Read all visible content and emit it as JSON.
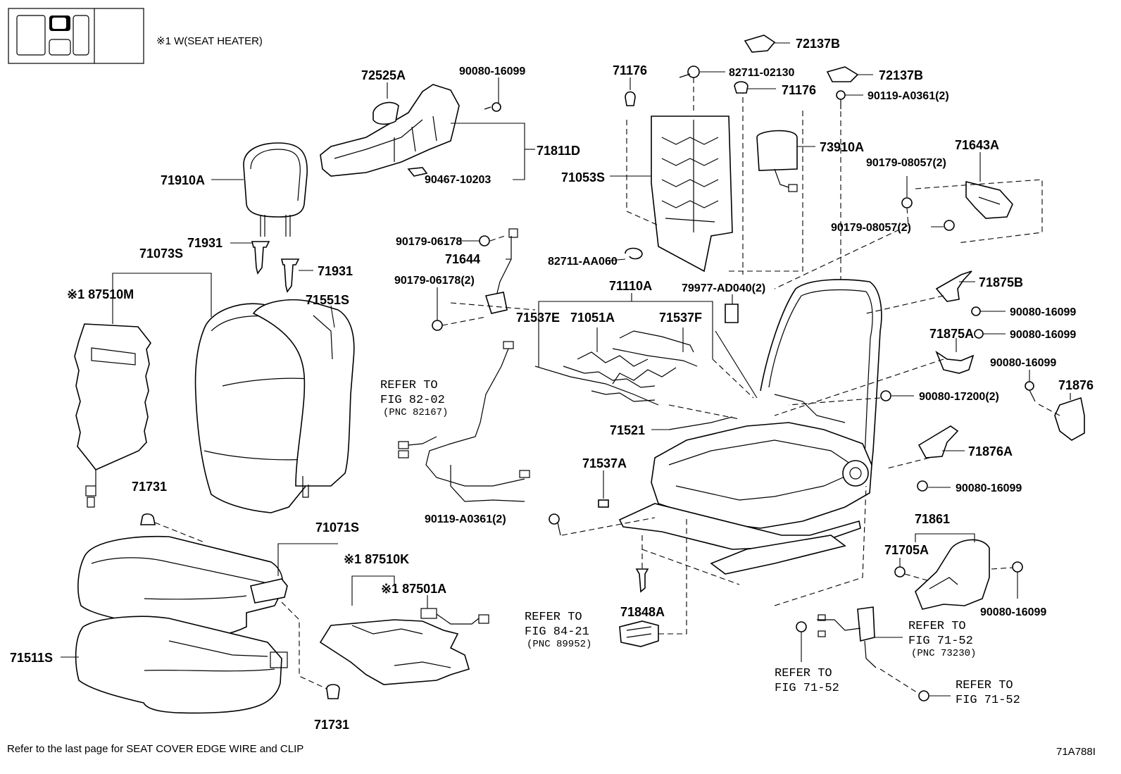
{
  "legend": {
    "note": "※1 W(SEAT HEATER)"
  },
  "labels": {
    "l72525A": "72525A",
    "l90080_16099_top": "90080-16099",
    "l71811D": "71811D",
    "l90467_10203": "90467-10203",
    "l71910A": "71910A",
    "l71931a": "71931",
    "l71931b": "71931",
    "l71073S": "71073S",
    "l87510M": "※1 87510M",
    "l71551S": "71551S",
    "l71176a": "71176",
    "l82711_02130": "82711-02130",
    "l71176b": "71176",
    "l72137Ba": "72137B",
    "l72137Bb": "72137B",
    "l90119_A0361_top": "90119-A0361(2)",
    "l71053S": "71053S",
    "l73910A": "73910A",
    "l71643A": "71643A",
    "l90179_08057a": "90179-08057(2)",
    "l90179_08057b": "90179-08057(2)",
    "l90179_06178a": "90179-06178",
    "l71644": "71644",
    "l90179_06178b": "90179-06178(2)",
    "l82711_AA060": "82711-AA060",
    "l71110A": "71110A",
    "l79977": "79977-AD040(2)",
    "l71537E": "71537E",
    "l71051A": "71051A",
    "l71537F": "71537F",
    "l71875B": "71875B",
    "l90080_r1": "90080-16099",
    "l71875A": "71875A",
    "l90080_r2": "90080-16099",
    "l90080_r3": "90080-16099",
    "l71876": "71876",
    "l90080_17200": "90080-17200(2)",
    "l71521": "71521",
    "l71537A": "71537A",
    "l71876A": "71876A",
    "l90080_r4": "90080-16099",
    "l71731a": "71731",
    "l71071S": "71071S",
    "l87510K": "※1 87510K",
    "l87501A": "※1 87501A",
    "l90119_A0361_mid": "90119-A0361(2)",
    "l71861": "71861",
    "l71705A": "71705A",
    "l90080_r5": "90080-16099",
    "l71848A": "71848A",
    "l71511S": "71511S",
    "l71731b": "71731"
  },
  "refs": {
    "r82_1": "REFER TO",
    "r82_2": "FIG 82-02",
    "r82_3": "(PNC 82167)",
    "r84_1": "REFER TO",
    "r84_2": "FIG 84-21",
    "r84_3": "(PNC 89952)",
    "r7152a_1": "REFER TO",
    "r7152a_2": "FIG 71-52",
    "r7152a_3": "(PNC 73230)",
    "r7152b_1": "REFER TO",
    "r7152b_2": "FIG 71-52",
    "r7152c_1": "REFER TO",
    "r7152c_2": "FIG 71-52"
  },
  "footer": {
    "note": "Refer to the last page for SEAT COVER EDGE WIRE and CLIP",
    "code": "71A788I"
  }
}
